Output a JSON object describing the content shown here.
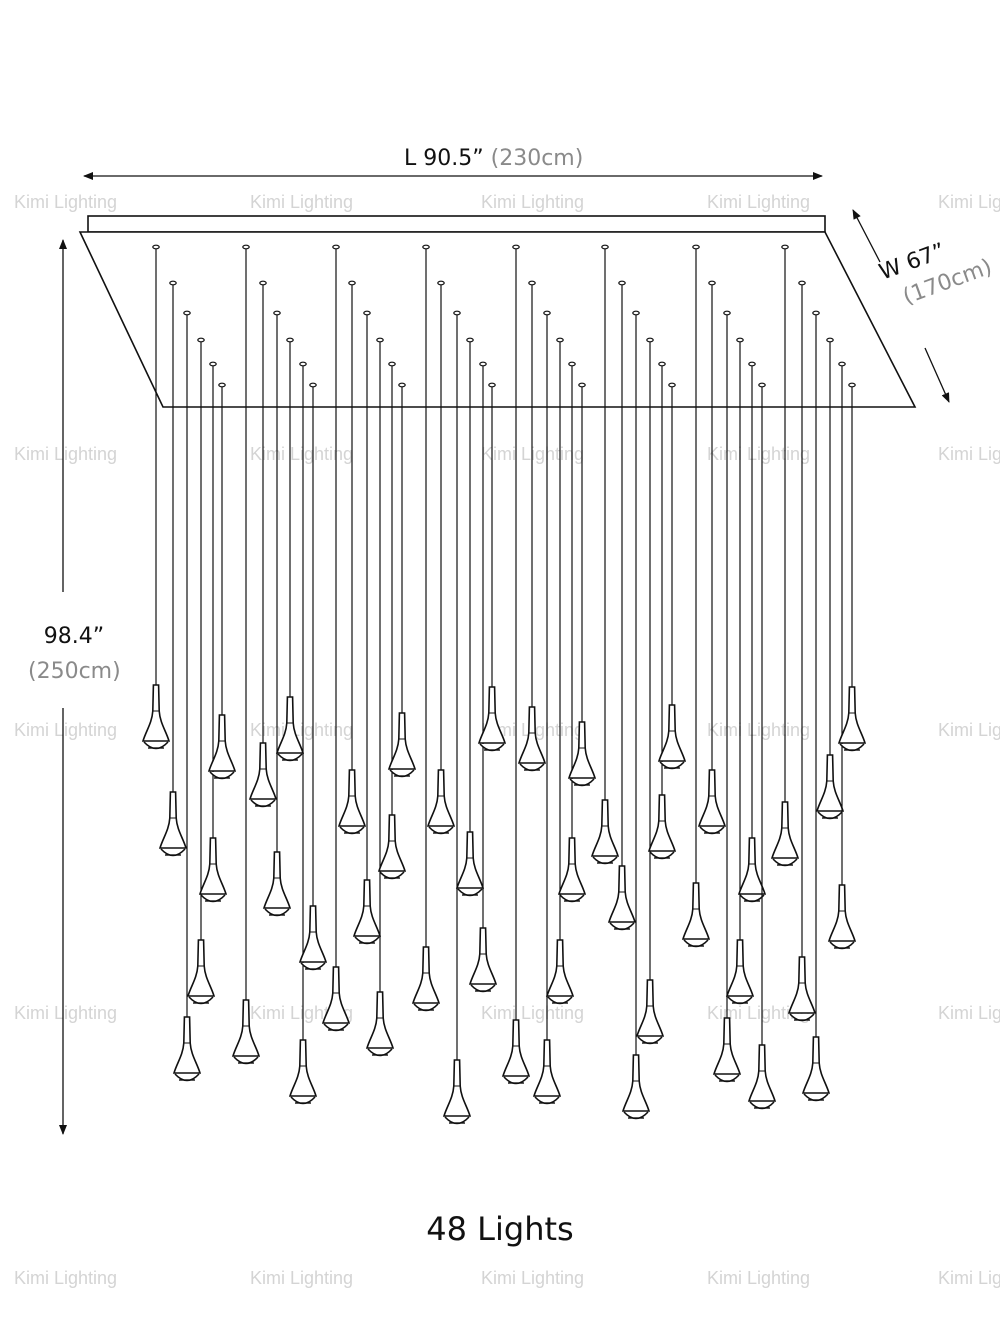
{
  "watermark": "Kimi Lighting",
  "dimensions": {
    "length_label": "L 90.5”",
    "length_metric": "(230cm)",
    "width_label": "W 67”",
    "width_metric": "(170cm)",
    "height_label": "98.4”",
    "height_metric": "(250cm)"
  },
  "caption": "48 Lights",
  "colors": {
    "line": "#111111",
    "watermark": "#d4d4d4",
    "metric_text": "#8a8a8a"
  }
}
